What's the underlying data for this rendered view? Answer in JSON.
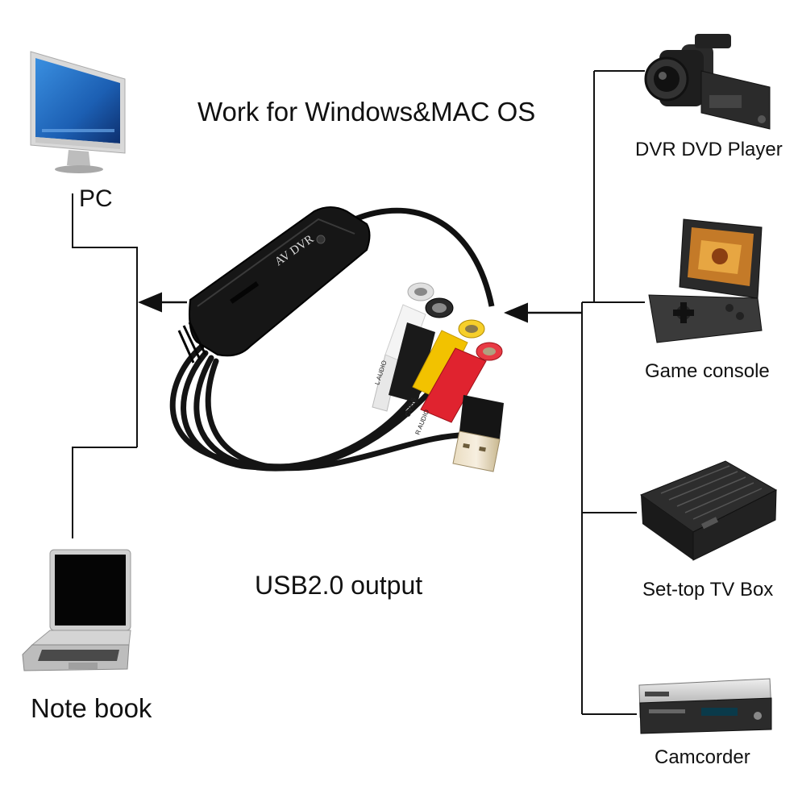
{
  "headline": "Work for Windows&MAC OS",
  "output_label": "USB2.0 output",
  "device_label": "AV DVR",
  "cable_labels": [
    "CVBS",
    "L AUDIO",
    "R AUDIO"
  ],
  "outputs": [
    {
      "label": "PC",
      "icon": "desktop-monitor-icon"
    },
    {
      "label": "Note book",
      "icon": "laptop-icon"
    }
  ],
  "inputs": [
    {
      "label": "DVR DVD Player",
      "icon": "camcorder-icon"
    },
    {
      "label": "Game console",
      "icon": "handheld-game-console-icon"
    },
    {
      "label": "Set-top TV Box",
      "icon": "set-top-box-icon"
    },
    {
      "label": "Camcorder",
      "icon": "dvd-player-icon"
    }
  ],
  "colors": {
    "cable": "#111111",
    "connector_white": "#f2f2f2",
    "connector_yellow": "#f2c200",
    "connector_red": "#e0232f",
    "connector_black": "#1a1a1a",
    "usb_metal": "#d8c9a8",
    "line": "#111111"
  }
}
